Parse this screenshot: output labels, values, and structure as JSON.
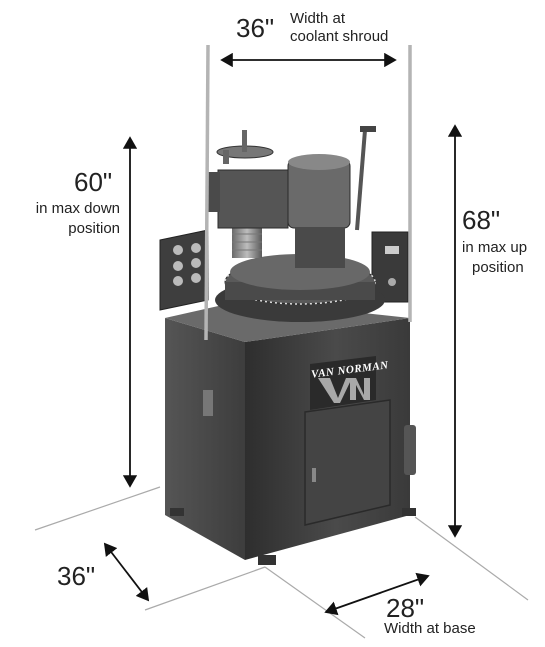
{
  "dimensions": {
    "width_top": {
      "value": "36\"",
      "caption_line1": "Width at",
      "caption_line2": "coolant shroud"
    },
    "height_down": {
      "value": "60\"",
      "caption_line1": "in max down",
      "caption_line2": "position"
    },
    "height_up": {
      "value": "68\"",
      "caption_line1": "in max up",
      "caption_line2": "position"
    },
    "depth_base": {
      "value": "36\""
    },
    "width_base": {
      "value": "28\"",
      "caption": "Width at base"
    }
  },
  "machine": {
    "brand_text": "VAN NORMAN",
    "logo_text": "VN"
  },
  "colors": {
    "cabinet": "#3b3b3b",
    "cabinet_light": "#5a5a5a",
    "arrow": "#111111",
    "guide_line": "#aaaaaa"
  }
}
